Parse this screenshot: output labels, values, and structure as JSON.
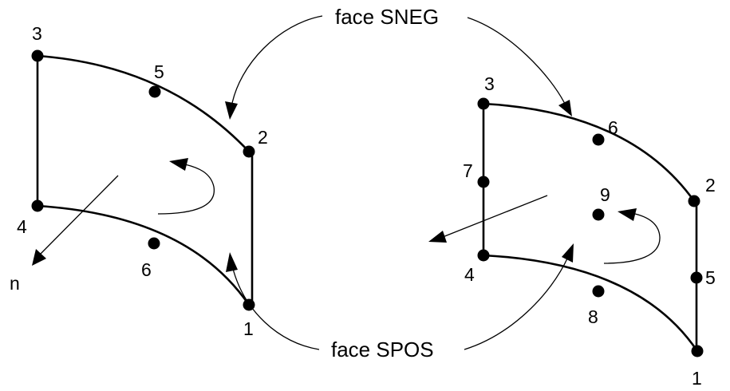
{
  "labels": {
    "face_sneg": "face SNEG",
    "face_spos": "face SPOS",
    "normal": "n"
  },
  "left_element": {
    "nodes": [
      "1",
      "2",
      "3",
      "4",
      "5",
      "6"
    ]
  },
  "right_element": {
    "nodes": [
      "1",
      "2",
      "3",
      "4",
      "5",
      "6",
      "7",
      "8",
      "9"
    ]
  },
  "colors": {
    "ink": "#000000",
    "background": "#ffffff"
  }
}
